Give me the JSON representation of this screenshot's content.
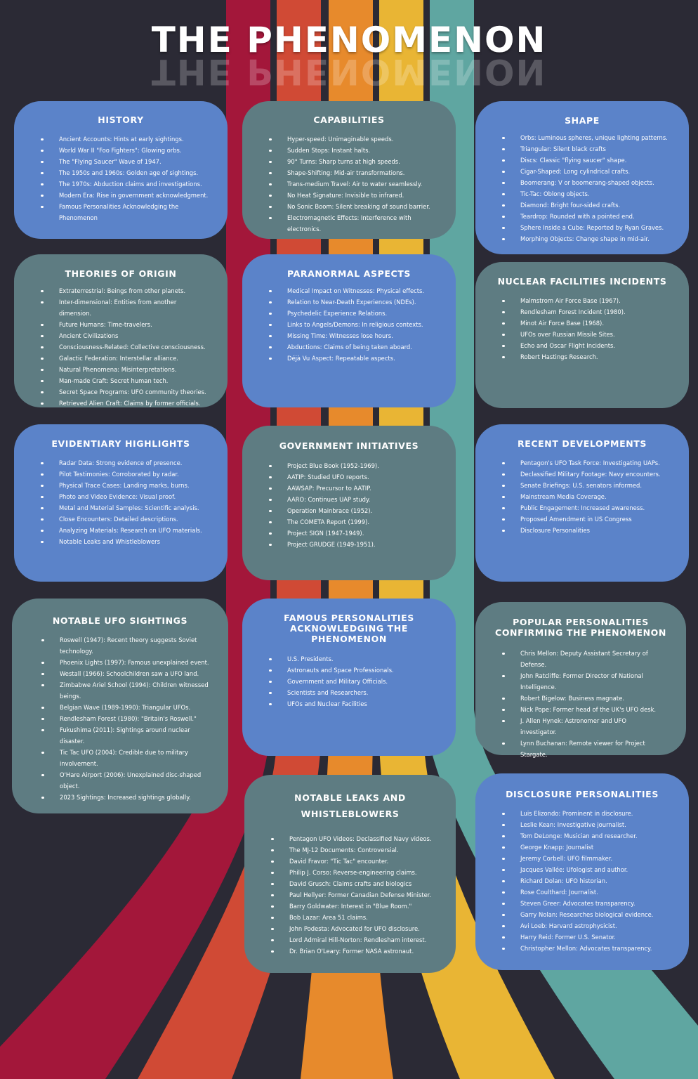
{
  "title": "THE PHENOMENON",
  "colors": {
    "background": "#2b2a35",
    "card_blue": "#5b83c9",
    "card_slate": "#5e7c82",
    "stripe_crimson": "#a3173a",
    "stripe_red": "#d04a35",
    "stripe_orange": "#e78a2c",
    "stripe_yellow": "#e9b534",
    "stripe_teal": "#5fa6a1"
  },
  "sections": {
    "history": {
      "title": "HISTORY",
      "items": [
        "Ancient Accounts: Hints at early sightings.",
        "World War II \"Foo Fighters\": Glowing orbs.",
        "The \"Flying Saucer\" Wave of 1947.",
        "The 1950s and 1960s: Golden age of sightings.",
        "The 1970s: Abduction claims and investigations.",
        "Modern Era: Rise in government acknowledgment.",
        "Famous Personalities Acknowledging the Phenomenon"
      ]
    },
    "capabilities": {
      "title": "CAPABILITIES",
      "items": [
        "Hyper-speed: Unimaginable speeds.",
        "Sudden Stops: Instant halts.",
        "90° Turns: Sharp turns at high speeds.",
        "Shape-Shifting: Mid-air transformations.",
        "Trans-medium Travel: Air to water seamlessly.",
        "No Heat Signature: Invisible to infrared.",
        "No Sonic Boom: Silent breaking of sound barrier.",
        "Electromagnetic Effects: Interference with electronics."
      ]
    },
    "shape": {
      "title": "SHAPE",
      "items": [
        "Orbs: Luminous spheres, unique lighting patterns.",
        "Triangular: Silent black crafts",
        "Discs: Classic \"flying saucer\" shape.",
        "Cigar-Shaped: Long cylindrical crafts.",
        "Boomerang: V or boomerang-shaped objects.",
        "Tic-Tac: Oblong objects.",
        "Diamond: Bright four-sided crafts.",
        "Teardrop: Rounded with a pointed end.",
        "Sphere Inside a Cube: Reported by Ryan Graves.",
        "Morphing Objects: Change shape in mid-air."
      ]
    },
    "theories": {
      "title": "THEORIES OF ORIGIN",
      "items": [
        "Extraterrestrial: Beings from other planets.",
        "Inter-dimensional: Entities from another dimension.",
        "Future Humans: Time-travelers.",
        "Ancient Civilizations",
        "Consciousness-Related: Collective consciousness.",
        "Galactic Federation: Interstellar alliance.",
        "Natural Phenomena: Misinterpretations.",
        "Man-made Craft: Secret human tech.",
        "Secret Space Programs: UFO community theories.",
        "Retrieved Alien Craft: Claims by former officials."
      ]
    },
    "paranormal": {
      "title": "PARANORMAL ASPECTS",
      "items": [
        "Medical Impact on Witnesses: Physical effects.",
        "Relation to Near-Death Experiences (NDEs).",
        "Psychedelic Experience Relations.",
        "Links to Angels/Demons: In religious contexts.",
        "Missing Time: Witnesses lose hours.",
        "Abductions: Claims of being taken aboard.",
        "Déjà Vu Aspect: Repeatable aspects."
      ]
    },
    "nuclear": {
      "title": "NUCLEAR FACILITIES INCIDENTS",
      "items": [
        "Malmstrom Air Force Base (1967).",
        "Rendlesham Forest Incident (1980).",
        "Minot Air Force Base (1968).",
        "UFOs over Russian Missile Sites.",
        "Echo and Oscar Flight Incidents.",
        "Robert Hastings Research."
      ]
    },
    "evidentiary": {
      "title": "EVIDENTIARY HIGHLIGHTS",
      "items": [
        "Radar Data: Strong evidence of presence.",
        "Pilot Testimonies: Corroborated by radar.",
        "Physical Trace Cases: Landing marks, burns.",
        "Photo and Video Evidence: Visual proof.",
        "Metal and Material Samples: Scientific analysis.",
        "Close Encounters: Detailed descriptions.",
        "Analyzing Materials: Research on UFO materials.",
        "Notable Leaks and Whistleblowers"
      ]
    },
    "government": {
      "title": "GOVERNMENT INITIATIVES",
      "items": [
        "Project Blue Book (1952-1969).",
        "AATIP: Studied UFO reports.",
        "AAWSAP: Precursor to AATIP.",
        "AARO: Continues UAP study.",
        "Operation Mainbrace (1952).",
        "The COMETA Report (1999).",
        "Project SIGN (1947-1949).",
        "Project GRUDGE (1949-1951)."
      ]
    },
    "recent": {
      "title": "RECENT DEVELOPMENTS",
      "items": [
        "Pentagon's UFO Task Force: Investigating UAPs.",
        "Declassified Military Footage: Navy encounters.",
        "Senate Briefings: U.S. senators informed.",
        "Mainstream Media Coverage.",
        "Public Engagement: Increased awareness.",
        "Proposed Amendment in US Congress",
        "Disclosure Personalities"
      ]
    },
    "sightings": {
      "title": "NOTABLE UFO SIGHTINGS",
      "items": [
        "Roswell (1947): Recent theory suggests Soviet technology.",
        "Phoenix Lights (1997): Famous unexplained event.",
        "Westall (1966): Schoolchildren saw a UFO land.",
        "Zimbabwe Ariel School (1994): Children witnessed beings.",
        "Belgian Wave (1989-1990): Triangular UFOs.",
        "Rendlesham Forest (1980): \"Britain's Roswell.\"",
        "Fukushima (2011): Sightings around nuclear disaster.",
        "Tic Tac UFO (2004): Credible due to military involvement.",
        "O'Hare Airport (2006): Unexplained disc-shaped object.",
        "2023 Sightings: Increased sightings globally."
      ]
    },
    "famous": {
      "title_line1": "FAMOUS PERSONALITIES",
      "title_line2": "ACKNOWLEDGING THE PHENOMENON",
      "items": [
        "U.S. Presidents.",
        "Astronauts and Space Professionals.",
        "Government and Military Officials.",
        "Scientists and Researchers.",
        "UFOs and Nuclear Facilities"
      ]
    },
    "popular": {
      "title_line1": "POPULAR PERSONALITIES",
      "title_line2": "CONFIRMING THE PHENOMENON",
      "items": [
        "Chris Mellon: Deputy Assistant Secretary of Defense.",
        "John Ratcliffe: Former Director of National Intelligence.",
        "Robert Bigelow: Business magnate.",
        "Nick Pope: Former head of the UK's UFO desk.",
        "J. Allen Hynek: Astronomer and UFO investigator.",
        "Lynn Buchanan: Remote viewer for Project Stargate."
      ]
    },
    "leaks": {
      "title_line1": "NOTABLE LEAKS AND",
      "title_line2": "WHISTLEBLOWERS",
      "items": [
        "Pentagon UFO Videos: Declassified Navy videos.",
        "The MJ-12 Documents: Controversial.",
        "David Fravor: \"Tic Tac\" encounter.",
        "Philip J. Corso: Reverse-engineering claims.",
        "David Grusch: Claims crafts and biologics",
        "Paul Hellyer: Former Canadian Defense Minister.",
        "Barry Goldwater: Interest in \"Blue Room.\"",
        "Bob Lazar: Area 51 claims.",
        "John Podesta: Advocated for UFO disclosure.",
        "Lord Admiral Hill-Norton: Rendlesham interest.",
        "Dr. Brian O'Leary: Former NASA astronaut."
      ]
    },
    "disclosure": {
      "title": "DISCLOSURE PERSONALITIES",
      "items": [
        "Luis Elizondo: Prominent in disclosure.",
        "Leslie Kean: Investigative journalist.",
        "Tom DeLonge: Musician and researcher.",
        "George Knapp: Journalist",
        "Jeremy Corbell: UFO filmmaker.",
        "Jacques Vallée: Ufologist and author.",
        "Richard Dolan: UFO historian.",
        "Rose Coulthard: Journalist.",
        "Steven Greer: Advocates transparency.",
        "Garry Nolan: Researches biological evidence.",
        "Avi Loeb: Harvard astrophysicist.",
        "Harry Reid: Former U.S. Senator.",
        "Christopher Mellon: Advocates transparency."
      ]
    }
  }
}
